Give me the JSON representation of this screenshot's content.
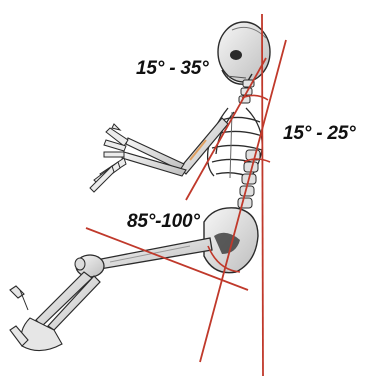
{
  "labels": {
    "neck_angle": "15° - 35°",
    "back_angle": "15° - 25°",
    "hip_angle": "85°-100°"
  },
  "colors": {
    "reference_line": "#c0392b",
    "bone_outline": "#2b2b2b",
    "bone_fill": "#ececec",
    "bone_shade": "#9a9a9a",
    "highlight": "#e0a060",
    "background": "#ffffff"
  },
  "icons": {
    "figure": "seated-skeleton-illustration"
  }
}
